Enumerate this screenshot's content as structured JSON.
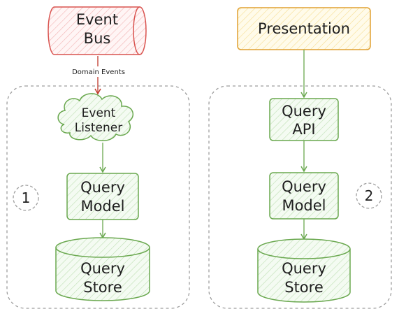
{
  "left": {
    "event_bus": [
      "Event",
      "Bus"
    ],
    "edge_label": "Domain Events",
    "listener": [
      "Event",
      "Listener"
    ],
    "model": [
      "Query",
      "Model"
    ],
    "store": [
      "Query",
      "Store"
    ],
    "number": "1"
  },
  "right": {
    "presentation": "Presentation",
    "api": [
      "Query",
      "API"
    ],
    "model": [
      "Query",
      "Model"
    ],
    "store": [
      "Query",
      "Store"
    ],
    "number": "2"
  },
  "colors": {
    "red_stroke": "#d9534f",
    "red_fill": "#fde3e3",
    "green_stroke": "#6aa84f",
    "green_fill": "#e7f5e4",
    "orange_stroke": "#e0a030",
    "orange_fill": "#fff4cc",
    "group_stroke": "#9e9e9e"
  }
}
